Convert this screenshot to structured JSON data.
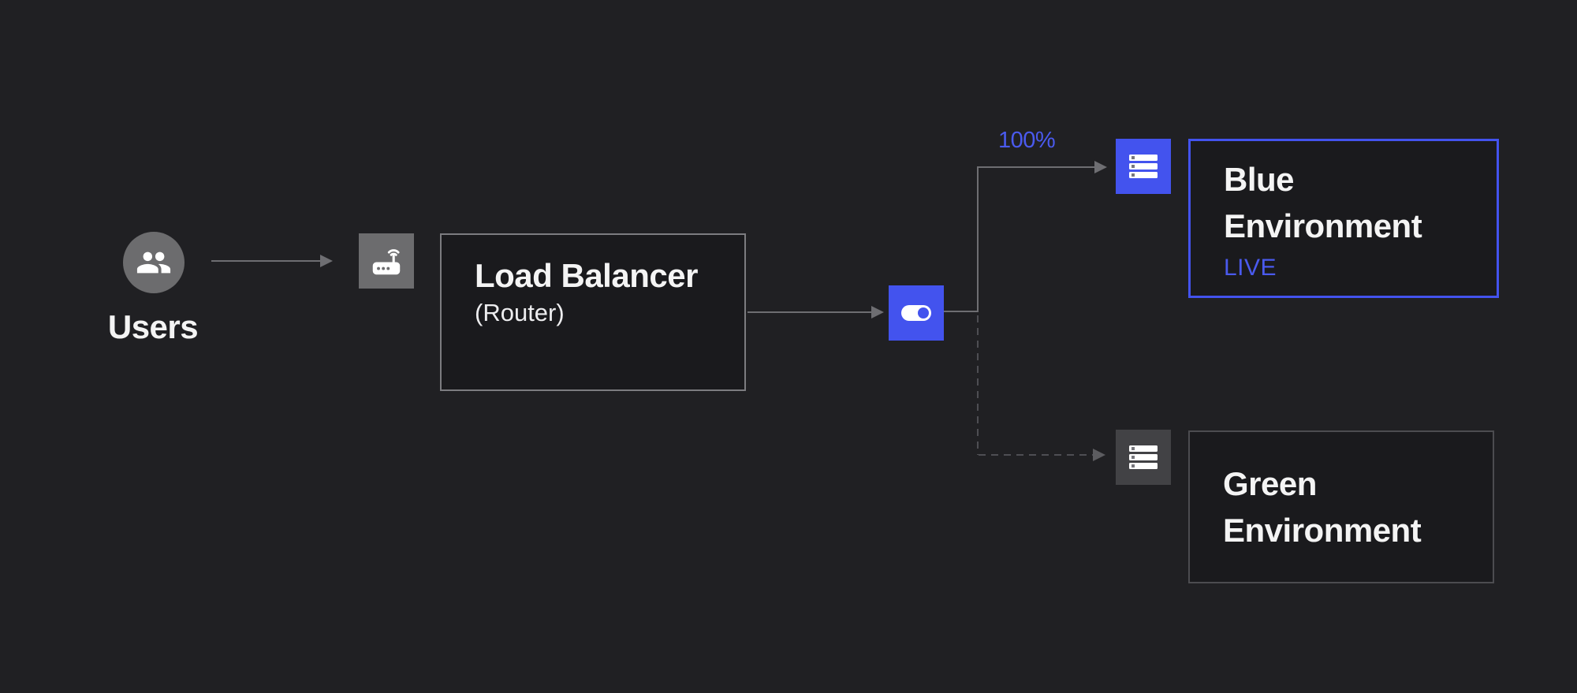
{
  "colors": {
    "background": "#202023",
    "box_fill": "#1A1A1D",
    "accent_blue": "#4353EE",
    "blue_text": "#4A5AEE",
    "gray_icon": "#6C6C6E",
    "dark_gray_icon": "#424245",
    "lb_border": "#7C7C80",
    "green_border": "#4C4C50",
    "connector": "#6E6E72",
    "connector_dashed": "#4E4E53",
    "text_primary": "#F4F4F4"
  },
  "nodes": {
    "users": {
      "label": "Users",
      "icon": "users-icon"
    },
    "router": {
      "icon": "router-icon"
    },
    "load_balancer": {
      "title": "Load Balancer",
      "subtitle": "(Router)"
    },
    "traffic_toggle": {
      "icon": "toggle-icon"
    },
    "blue_environment": {
      "name_line1": "Blue",
      "name_line2": "Environment",
      "status_badge": "LIVE",
      "icon": "server-icon"
    },
    "green_environment": {
      "name_line1": "Green",
      "name_line2": "Environment",
      "icon": "server-icon"
    }
  },
  "edges": {
    "users_to_router": {
      "style": "solid"
    },
    "load_balancer_to_toggle": {
      "style": "solid"
    },
    "toggle_to_blue": {
      "style": "solid",
      "label": "100%"
    },
    "toggle_to_green": {
      "style": "dashed"
    }
  }
}
